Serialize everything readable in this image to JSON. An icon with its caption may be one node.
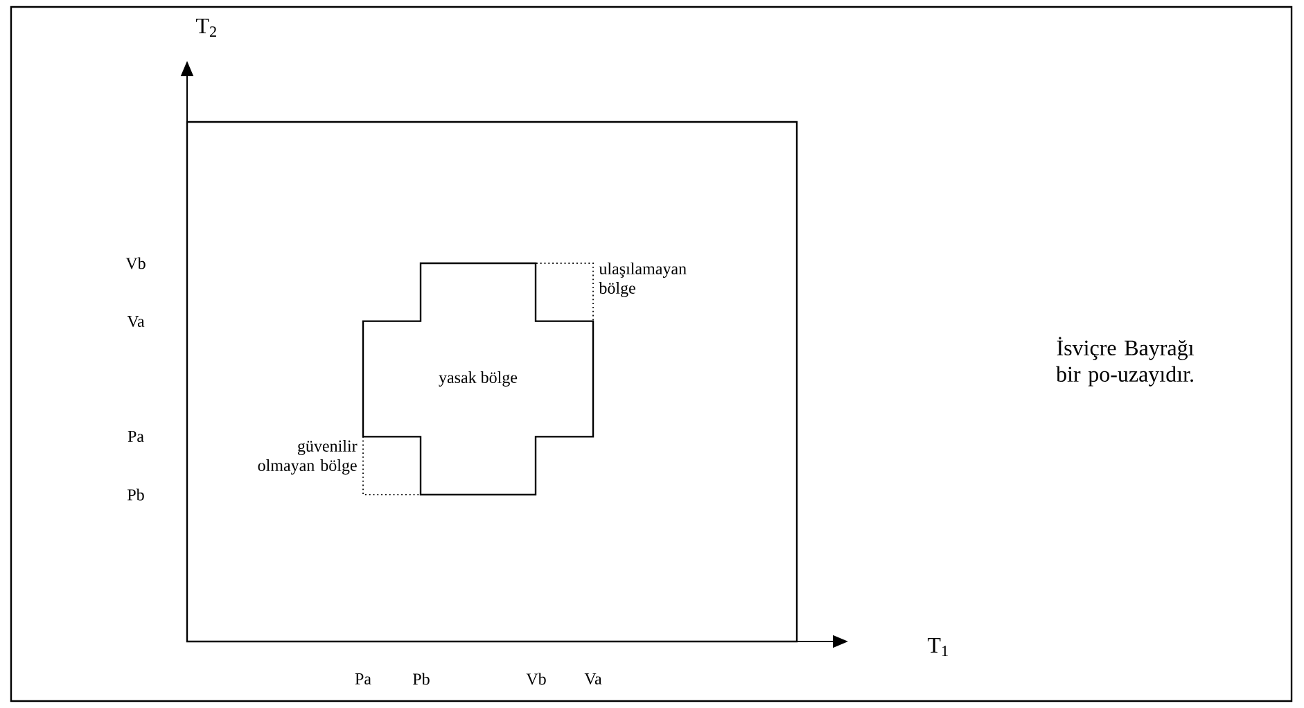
{
  "diagram": {
    "nodes": [
      {
        "text": [],
        "shape": "box"
      },
      {
        "text": [
          "yasak bölge"
        ],
        "in": 0
      }
    ],
    "labels": [
      "T$_{2}$",
      "Vb",
      "ulaşılamayan bölge",
      "İsviçre Bayrağı bir po-uzayıdır.",
      "Va",
      "Pa",
      "güvenilir olmayan bölge",
      "Pb",
      "T$_{1}$",
      "Pa",
      "Pb",
      "Vb",
      "Va"
    ]
  }
}
